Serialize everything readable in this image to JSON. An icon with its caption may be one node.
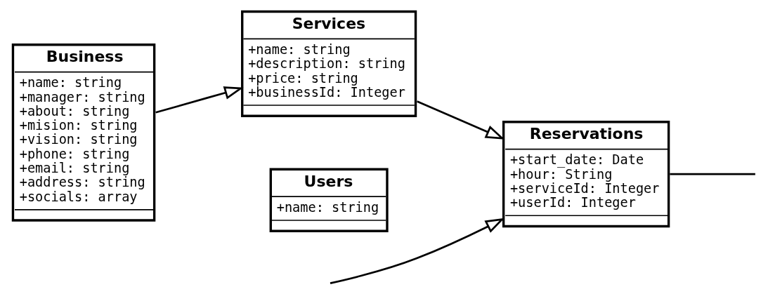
{
  "diagram": {
    "nodes": [
      {
        "text": [
          "Business",
          "+name: string",
          "+manager: string",
          "+about: string",
          "+mision: string",
          "+vision: string",
          "+phone: string",
          "+email: string",
          "+address: string",
          "+socials: array"
        ]
      },
      {
        "text": [
          "Services",
          "+name: string",
          "+description: string",
          "+price: string",
          "+businessId: Integer"
        ]
      },
      {
        "text": [
          "Reservations",
          "+start_date: Date",
          "+hour: String",
          "+serviceId: Integer",
          "+userId: Integer"
        ]
      },
      {
        "text": [
          "Users",
          "+name: string"
        ]
      }
    ],
    "edges": [
      {
        "from": 0,
        "to": 1,
        "arrow": "to"
      },
      {
        "from": 1,
        "to": 2,
        "arrow": "to"
      },
      {
        "from": null,
        "to": 2,
        "arrow": "to"
      },
      {
        "from": 2,
        "to": null,
        "arrow": "none"
      }
    ]
  }
}
